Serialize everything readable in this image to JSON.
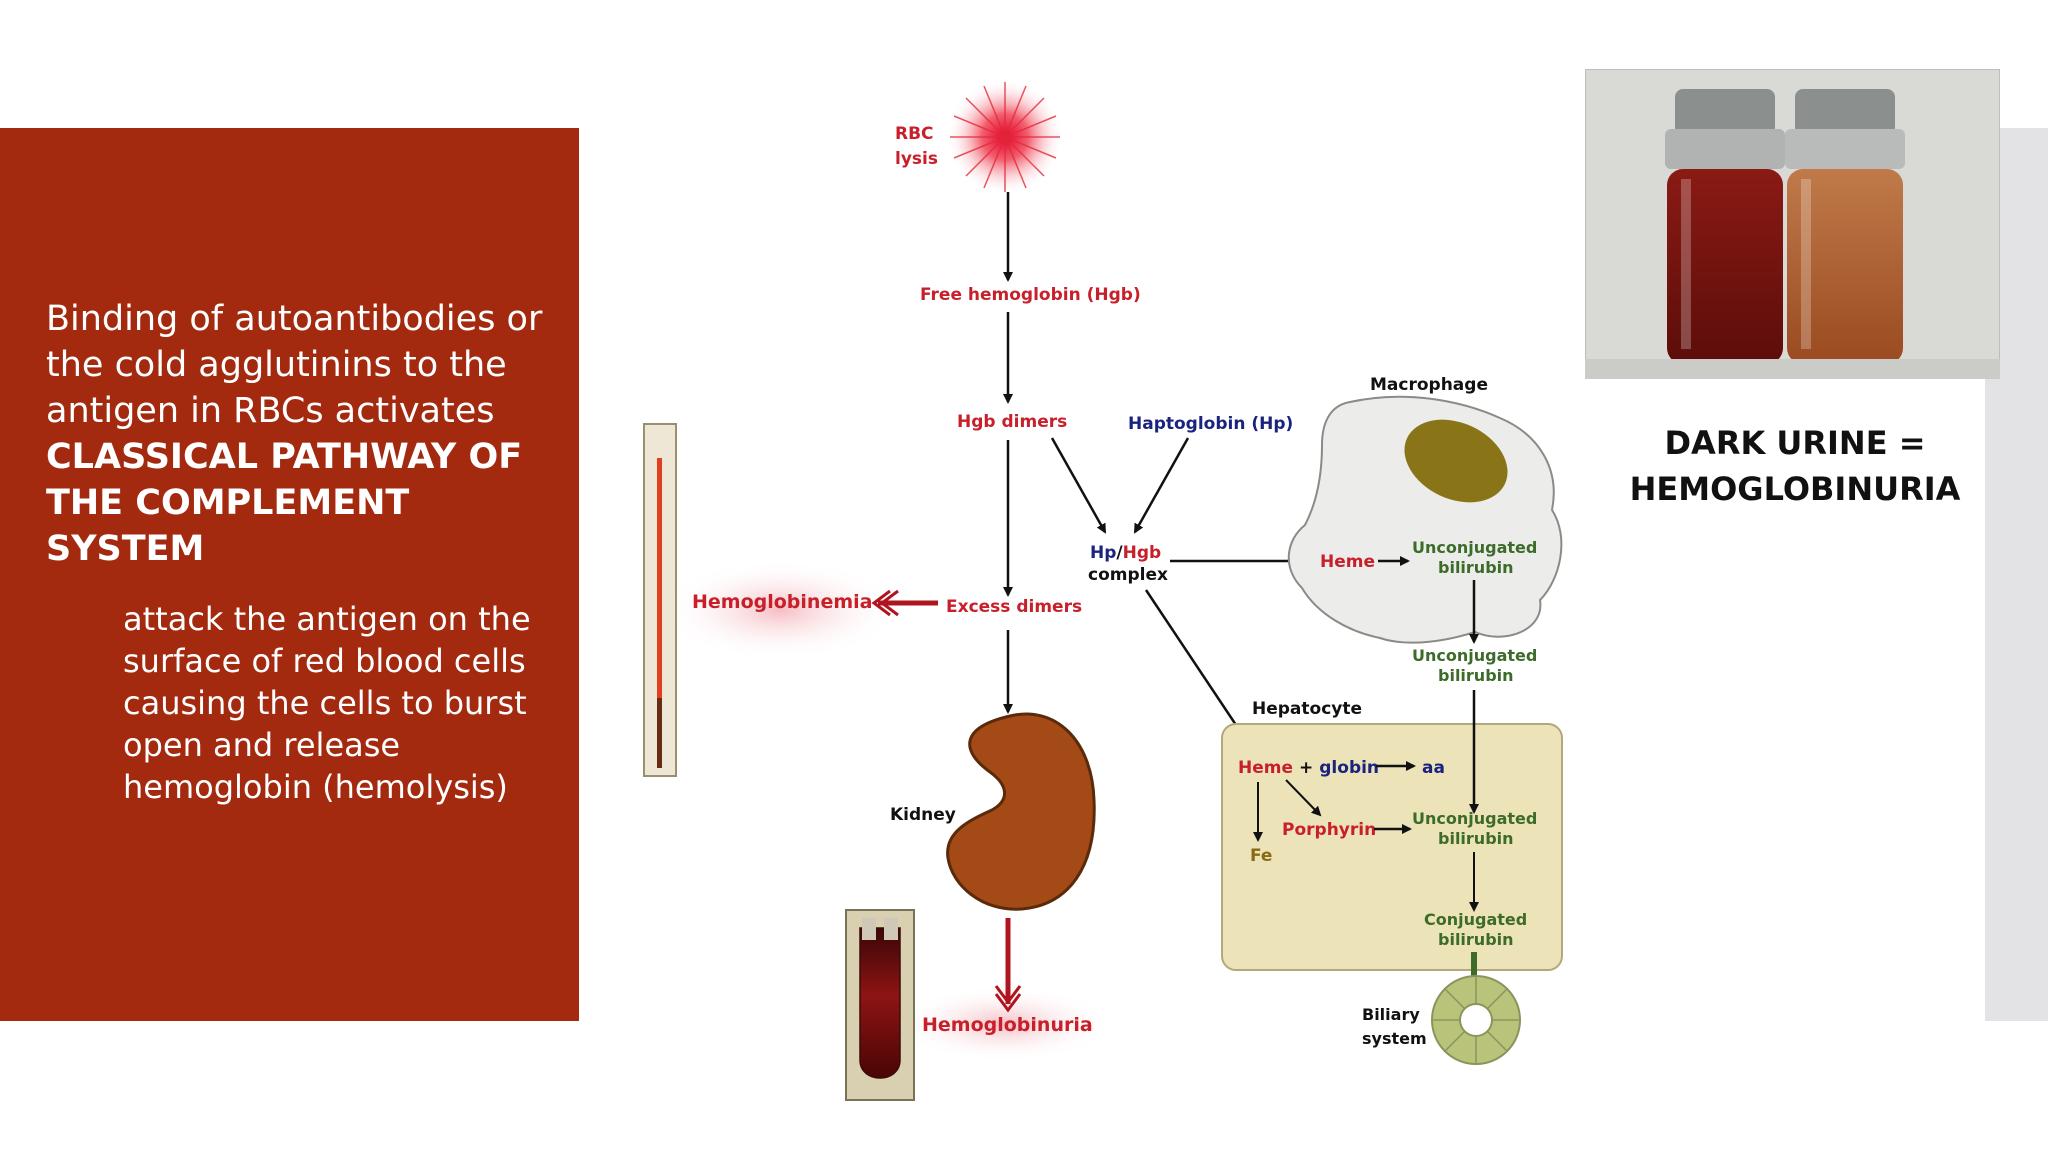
{
  "slide": {
    "main_text": "Binding of autoantibodies or the cold agglutinins to the antigen in RBCs activates",
    "main_text_bold": "CLASSICAL PATHWAY OF THE COMPLEMENT SYSTEM",
    "sub_text": "attack the antigen on the surface of red blood cells causing the cells to burst open and release hemoglobin (hemolysis)",
    "photo_caption": "DARK URINE = HEMOGLOBINURIA"
  },
  "diagram": {
    "rbc": "RBC",
    "lysis": "lysis",
    "free_hgb": "Free hemoglobin (Hgb)",
    "hgb_dimers": "Hgb dimers",
    "haptoglobin": "Haptoglobin (Hp)",
    "hp": "Hp",
    "slash": "/",
    "hgb": "Hgb",
    "complex": "complex",
    "excess_dimers": "Excess dimers",
    "hemoglobinemia": "Hemoglobinemia",
    "kidney": "Kidney",
    "hemoglobinuria": "Hemoglobinuria",
    "macrophage": "Macrophage",
    "heme": "Heme",
    "unconj": "Unconjugated",
    "bilirubin": "bilirubin",
    "hepatocyte": "Hepatocyte",
    "plus": "+",
    "globin": "globin",
    "aa": "aa",
    "porphyrin": "Porphyrin",
    "fe": "Fe",
    "conjugated": "Conjugated",
    "biliary": "Biliary",
    "system": "system"
  },
  "colors": {
    "panel": "#a3290f",
    "red_label": "#c8202a",
    "green_label": "#3c6b2a",
    "blue_label": "#1a237e",
    "kidney": "#a34a16",
    "hepatocyte_box": "#ece3b8",
    "macrophage_body": "#ececea",
    "nucleus": "#8a7418"
  }
}
